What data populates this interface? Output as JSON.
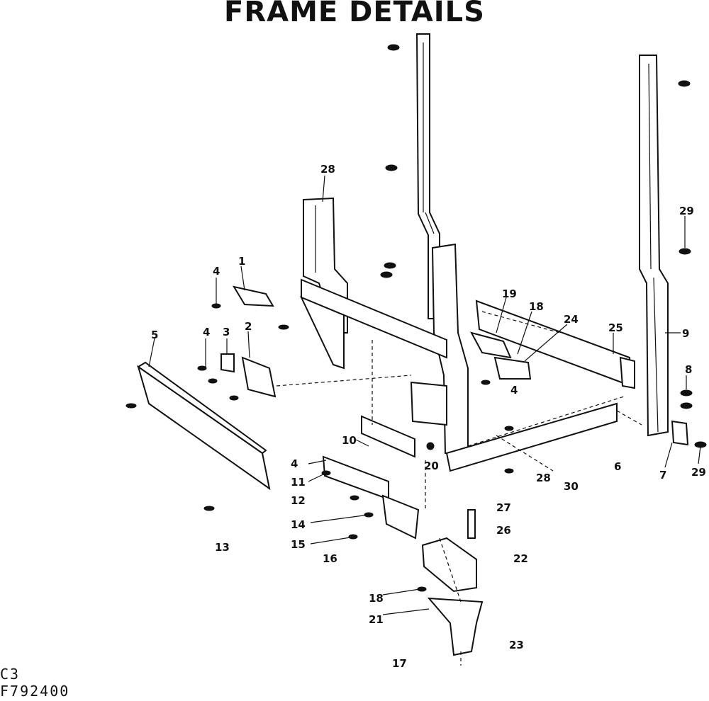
{
  "title": "FRAME DETAILS",
  "codes": {
    "line1": "C3",
    "line2": "F792400"
  },
  "callouts": {
    "c1": "1",
    "c2": "2",
    "c3": "3",
    "c4a": "4",
    "c4b": "4",
    "c4c": "4",
    "c4d": "4",
    "c5": "5",
    "c6": "6",
    "c7": "7",
    "c8": "8",
    "c9": "9",
    "c10": "10",
    "c11": "11",
    "c12": "12",
    "c13": "13",
    "c14": "14",
    "c15": "15",
    "c16": "16",
    "c17": "17",
    "c18": "18",
    "c19": "19",
    "c20": "20",
    "c21": "21",
    "c22": "22",
    "c23": "23",
    "c24": "24",
    "c25": "25",
    "c26": "26",
    "c27": "27",
    "c28a": "28",
    "c28b": "28",
    "c29a": "29",
    "c29b": "29",
    "c30": "30",
    "c18b": "18"
  }
}
